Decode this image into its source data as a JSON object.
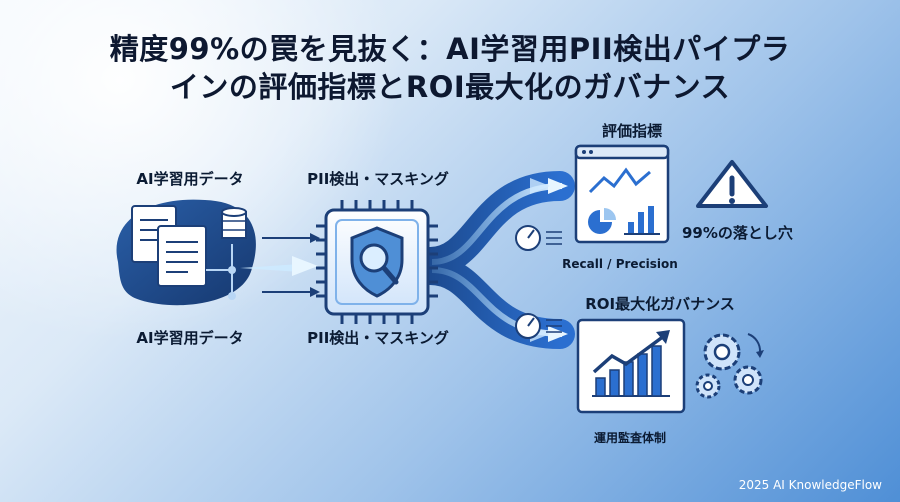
{
  "title": {
    "line1": "精度99%の罠を見抜く：AI学習用PII検出パイプラ",
    "line2": "インの評価指標とROI最大化のガバナンス"
  },
  "labels": {
    "data_top": "AI学習用データ",
    "data_bottom": "AI学習用データ",
    "pii_top": "PII検出・マスキング",
    "pii_bottom": "PII検出・マスキング",
    "metrics": "評価指標",
    "pitfall": "99%の落とし穴",
    "recall": "Recall / Precision",
    "roi": "ROI最大化ガバナンス",
    "audit": "運用監査体制"
  },
  "footer": "2025 AI KnowledgeFlow",
  "colors": {
    "accent": "#3b82f6",
    "dark_navy": "#1c3f78",
    "warning_fill": "#ffffff"
  },
  "icons": [
    "document-icon",
    "database-icon",
    "chip-shield-icon",
    "dashboard-icon",
    "warning-icon",
    "gauge-icon",
    "growth-chart-icon",
    "gears-icon"
  ]
}
